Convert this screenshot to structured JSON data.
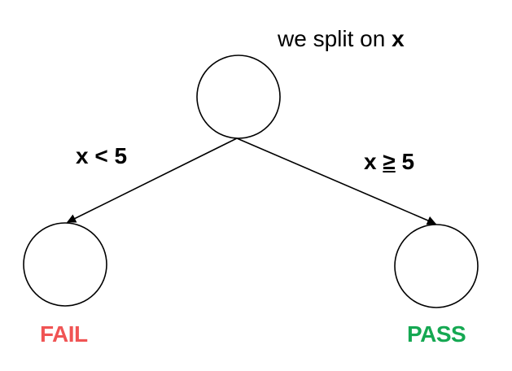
{
  "caption": {
    "prefix": "we split on ",
    "variable": "x"
  },
  "edges": {
    "left_label": "x < 5",
    "right_label_var": "x ",
    "right_label_op": "≥",
    "right_label_val": " 5"
  },
  "leaves": {
    "left": "FAIL",
    "right": "PASS"
  },
  "colors": {
    "fail": "#f05454",
    "pass": "#15a852",
    "stroke": "#000000"
  }
}
